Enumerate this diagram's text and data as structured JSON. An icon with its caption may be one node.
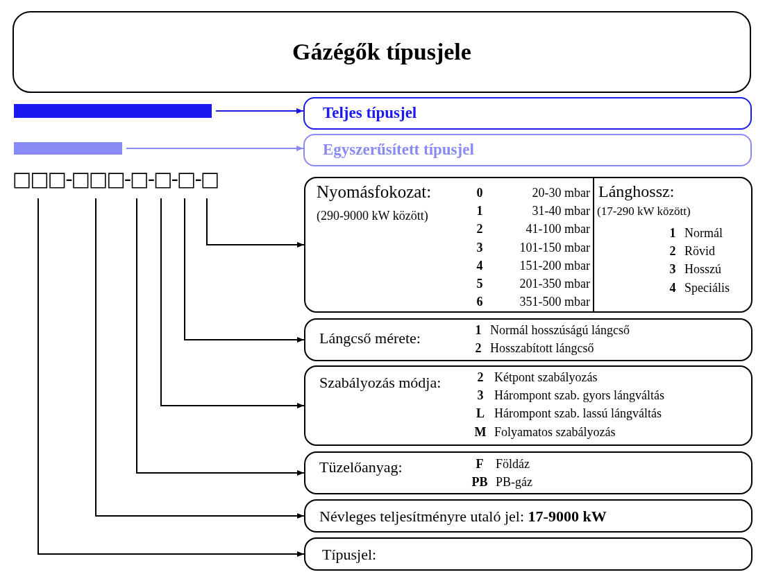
{
  "diagram": {
    "title": "Gázégők típusjele",
    "nodes": [
      {
        "text": [],
        "shape": "bar"
      },
      {
        "text": [
          "Teljes típusjel"
        ]
      },
      {
        "text": [],
        "shape": "bar"
      },
      {
        "text": [
          "Egyszerűsített típusjel"
        ]
      },
      {
        "text": [],
        "shape": "box"
      },
      {
        "text": [
          "Nyomásfokozat:",
          "(290-9000 kW között)",
          "0",
          "20-30 mbar",
          "1",
          "31-40 mbar",
          "2",
          "41-100 mbar",
          "3",
          "101-150 mbar",
          "4",
          "151-200 mbar",
          "5",
          "201-350 mbar",
          "6",
          "351-500 mbar"
        ],
        "in": 4
      },
      {
        "text": [
          "Lánghossz:",
          "(17-290 kW között)",
          "1",
          "Normál",
          "2",
          "Rövid",
          "3",
          "Hosszú",
          "4",
          "Speciális"
        ],
        "in": 4
      },
      {
        "text": [
          "Lángcső mérete:",
          "1",
          "Normál hosszúságú lángcső",
          "2",
          "Hosszabított lángcső"
        ]
      },
      {
        "text": [
          "Szabályozás módja:",
          "2",
          "Kétpont szabályozás",
          "3",
          "Hárompont szab. gyors lángváltás",
          "L",
          "Hárompont szab. lassú lángváltás",
          "M",
          "Folyamatos szabályozás"
        ]
      },
      {
        "text": [
          "Tüzelőanyag:",
          "F",
          "Földáz",
          "PB",
          "PB-gáz"
        ]
      },
      {
        "text": [
          "Névleges teljesítményre utaló jel: **17-9000 kW**"
        ]
      },
      {
        "text": [
          "Típusjel:"
        ]
      }
    ],
    "edges": [
      {
        "from": 0,
        "to": 1,
        "arrow": "to",
        "color": "#1a1aee"
      },
      {
        "from": 2,
        "to": 3,
        "arrow": "to",
        "color": "#8a8af5"
      },
      {
        "from": null,
        "to": 4,
        "arrow": "to"
      },
      {
        "from": null,
        "to": 7,
        "arrow": "to"
      },
      {
        "from": null,
        "to": 8,
        "arrow": "to"
      },
      {
        "from": null,
        "to": 9,
        "arrow": "to"
      },
      {
        "from": null,
        "to": 10,
        "arrow": "to"
      },
      {
        "from": null,
        "to": 11,
        "arrow": "to"
      }
    ],
    "labels": [
      "□□□-□□□-□-□-□-□"
    ]
  }
}
